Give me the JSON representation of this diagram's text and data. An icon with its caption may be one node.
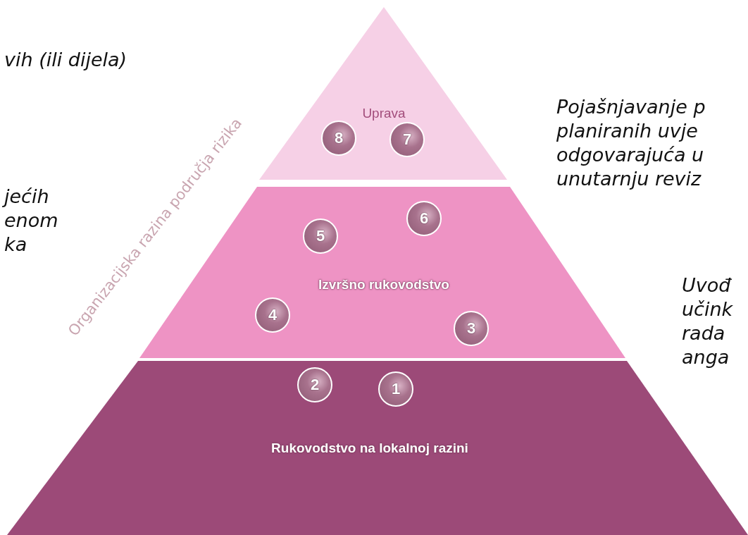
{
  "diagram": {
    "nodes": [
      {
        "text": [
          "Uprava"
        ]
      },
      {
        "text": [
          "8"
        ],
        "in": 0
      },
      {
        "text": [
          "7"
        ],
        "in": 0
      },
      {
        "text": [
          "Izvršno rukovodstvo"
        ]
      },
      {
        "text": [
          "6"
        ],
        "in": 3
      },
      {
        "text": [
          "5"
        ],
        "in": 3
      },
      {
        "text": [
          "4"
        ],
        "in": 3
      },
      {
        "text": [
          "3"
        ],
        "in": 3
      },
      {
        "text": [
          "Rukovodstvo na lokalnoj razini"
        ]
      },
      {
        "text": [
          "2"
        ],
        "in": 8
      },
      {
        "text": [
          "1"
        ],
        "in": 8
      }
    ],
    "edges": [],
    "labels": [
      "vih (ili dijela)",
      "Organizacijska razina područja rizika",
      "Pojašnjavanje p planiranih uvje odgovarajuća u unutarnju reviz",
      "jećih enom ka",
      "Uvođ učink rada anga"
    ]
  }
}
